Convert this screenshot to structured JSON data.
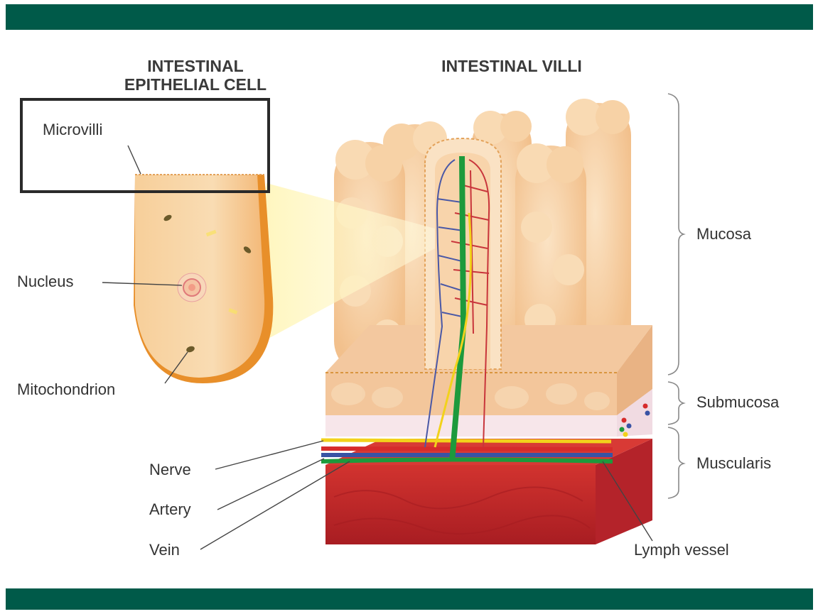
{
  "colors": {
    "band": "#005a49",
    "villi_tissue": "#f6cfa1",
    "muscle": "#c4242b",
    "nerve": "#f2d21b",
    "artery": "#d62b2b",
    "vein": "#3953a4",
    "lymph_vessel": "#1d9a3c"
  },
  "titles": {
    "cell_line1": "INTESTINAL",
    "cell_line2": "EPITHELIAL CELL",
    "villi": "INTESTINAL VILLI"
  },
  "cell_labels": {
    "microvilli": "Microvilli",
    "nucleus": "Nucleus",
    "mitochondrion": "Mitochondrion"
  },
  "vessel_labels": {
    "nerve": "Nerve",
    "artery": "Artery",
    "vein": "Vein",
    "lymph_vessel": "Lymph vessel"
  },
  "layer_labels": {
    "mucosa": "Mucosa",
    "submucosa": "Submucosa",
    "muscularis": "Muscularis"
  }
}
